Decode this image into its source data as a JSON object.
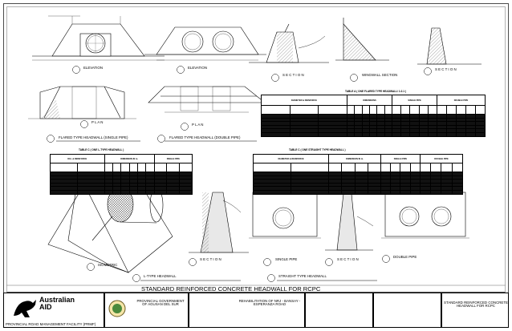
{
  "sheet": {
    "main_title": "STANDARD REINFORCED CONCRETE HEADWALL FOR RCPC"
  },
  "views": {
    "elevation_1": "ELEVATION",
    "elevation_2": "ELEVATION",
    "section_1": "S E C T I O N",
    "wingwall_section": "WINGWALL SECTION",
    "section_2": "S E C T I O N",
    "plan_1": "P L A N",
    "plan_2": "P L A N",
    "flared_single": "FLARED TYPE HEADWALL (SINGLE PIPE)",
    "flared_double": "FLARED TYPE HEADWALL (DOUBLE PIPE)",
    "isometric": "ISOMETRIC",
    "section_3": "S E C T I O N",
    "l_type": "L-TYPE HEADWALL",
    "single_pipe": "SINGLE PIPE",
    "section_4": "S E C T I O N",
    "double_pipe": "DOUBLE PIPE",
    "straight_type": "STRAIGHT TYPE HEADWALL"
  },
  "tables": {
    "table_a_title": "TABLE A ( ONE FLARED TYPE HEADWALL/ 1:2.1 )",
    "table_b_title": "TABLE C ( ONE L-TYPE HEADWALL )",
    "table_c_title": "TABLE C ( ONE STRAIGHT TYPE HEADWALL )",
    "table_a_cols": [
      "DIAMETER & REINFORCE",
      "DIMENSIONS",
      "SINGLE PIPE",
      "DOUBLE PIPE"
    ],
    "table_b_cols": [
      "DIA. & REINFORCE",
      "DIMENSION IN m.",
      "SINGLE PIPE"
    ],
    "table_c_cols": [
      "DIAMETER & REINFORCE",
      "DIMENSION IN m.",
      "SINGLE PIPE",
      "DOUBLE PIPE"
    ]
  },
  "title_block": {
    "org": "AustralianAID",
    "facility": "PROVINCIAL ROAD MANAGEMENT FACILITY (PRMF)",
    "province": "PROVINCIAL GOVERNMENT OF AGUSAN DEL SUR",
    "project": "REHABILITATION OF NRJ - BANSAY - ESPERANZA ROAD",
    "sheet_title": "STANDARD REINFORCED CONCRETE HEADWALL FOR RCPC"
  }
}
